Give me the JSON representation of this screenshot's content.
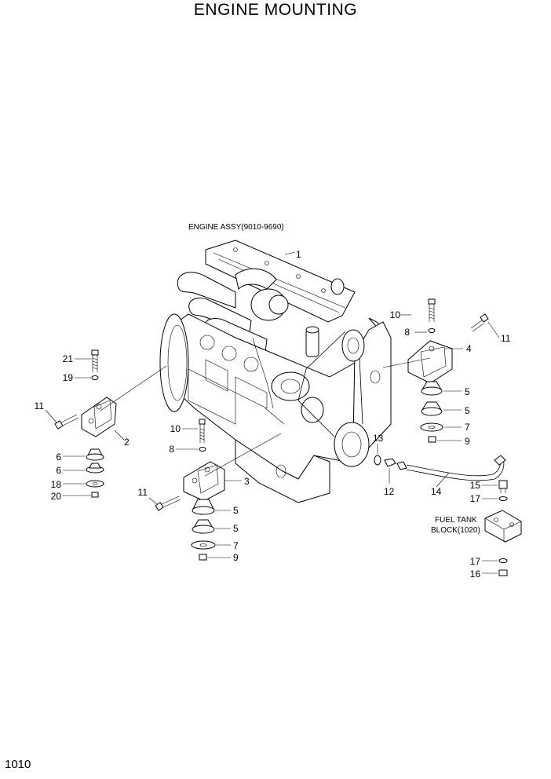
{
  "title": "ENGINE MOUNTING",
  "page_number": "1010",
  "notes": {
    "engine_assy": "ENGINE ASSY(9010-9690)",
    "fuel_tank_line1": "FUEL TANK",
    "fuel_tank_line2": "BLOCK(1020)"
  },
  "callouts": [
    "1",
    "10",
    "8",
    "11",
    "4",
    "5",
    "5",
    "7",
    "9",
    "21",
    "19",
    "11",
    "2",
    "10",
    "8",
    "6",
    "6",
    "18",
    "20",
    "3",
    "11",
    "5",
    "5",
    "7",
    "9",
    "13",
    "12",
    "14",
    "15",
    "17",
    "17",
    "16"
  ]
}
